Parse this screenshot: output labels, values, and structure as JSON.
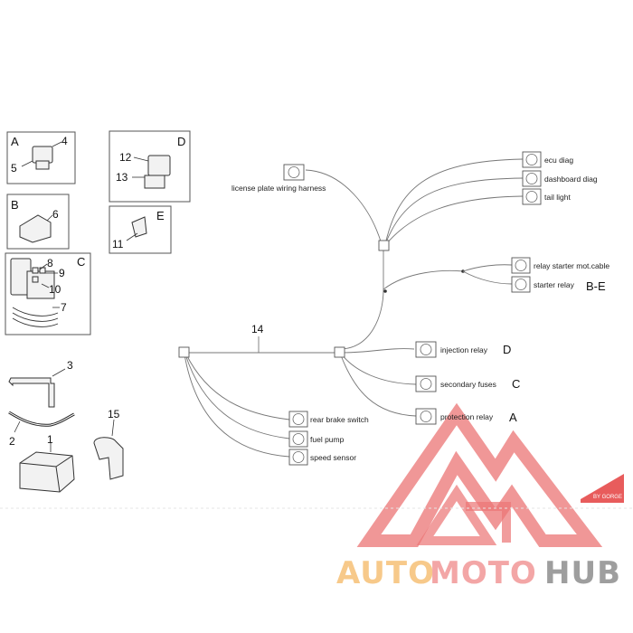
{
  "labels": {
    "license": "license plate wiring harness",
    "ecu": "ecu diag",
    "dashboard": "dashboard diag",
    "tail": "tail light",
    "relay_mot": "relay starter mot.cable",
    "starter_relay": "starter relay",
    "starter_relay_ref": "B-E",
    "injection": "injection relay",
    "injection_ref": "D",
    "secondary": "secondary fuses",
    "secondary_ref": "C",
    "protection": "protection relay",
    "protection_ref": "A",
    "rear_brake": "rear brake switch",
    "fuel_pump": "fuel pump",
    "speed": "speed sensor"
  },
  "numbers": {
    "n1": "1",
    "n2": "2",
    "n3": "3",
    "n4": "4",
    "n5": "5",
    "n6": "6",
    "n7": "7",
    "n8": "8",
    "n9": "9",
    "n10": "10",
    "n11": "11",
    "n12": "12",
    "n13": "13",
    "n14": "14",
    "n15": "15"
  },
  "box_letters": {
    "a": "A",
    "b": "B",
    "c": "C",
    "d": "D",
    "e": "E"
  },
  "watermark": {
    "auto": "AUTO",
    "moto": "MOTO",
    "hub": "HUB",
    "badge": "BY GORGE",
    "colors": {
      "auto": "#f7c98a",
      "moto": "#f3a6a6",
      "hub": "#9e9e9e",
      "logo": "#e85c5c"
    }
  }
}
